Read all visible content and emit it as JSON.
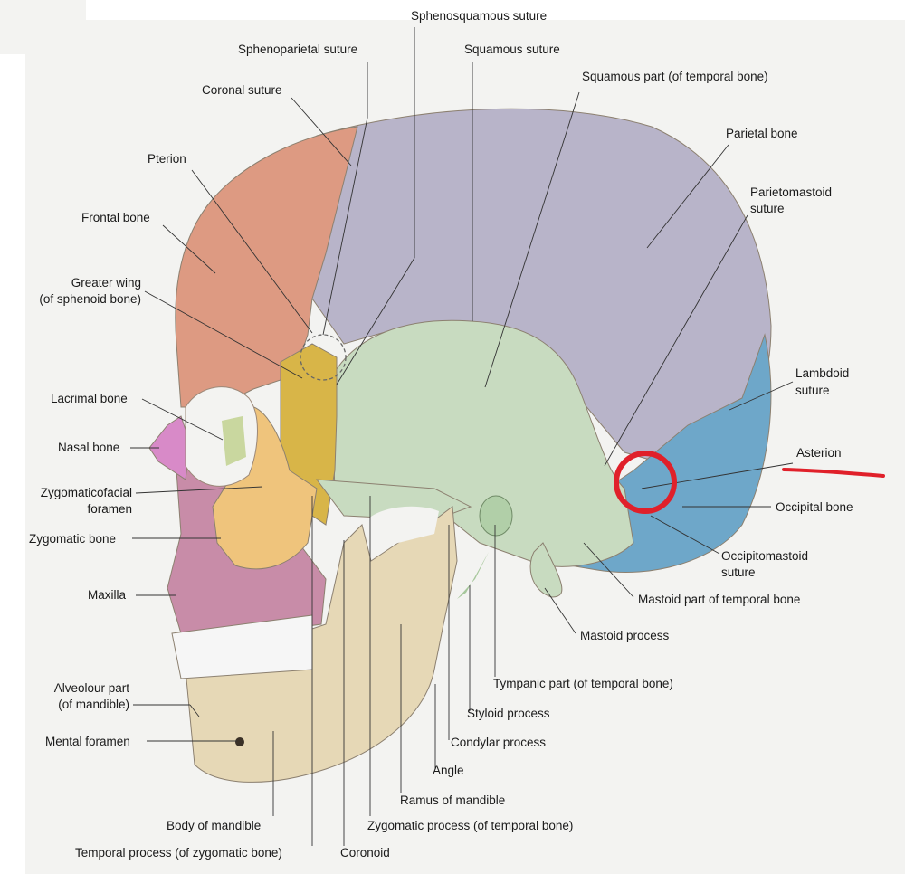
{
  "colors": {
    "frontal": "#dd9a82",
    "parietal": "#b8b4c9",
    "temporal": "#c8dbc0",
    "occipital": "#6ea7c9",
    "sphenoid": "#d8b548",
    "zygomatic": "#efc47c",
    "maxilla": "#c88ca8",
    "nasal": "#d88ac8",
    "mandible": "#e6d8b6",
    "teeth": "#f6f6f6",
    "annotation_red": "#e0202a"
  },
  "labels": {
    "sphenosquamous_suture": "Sphenosquamous suture",
    "sphenoparietal_suture": "Sphenoparietal suture",
    "squamous_suture": "Squamous suture",
    "squamous_part": "Squamous part (of temporal bone)",
    "coronal_suture": "Coronal suture",
    "parietal_bone": "Parietal bone",
    "pterion": "Pterion",
    "parietomastoid_1": "Parietomastoid",
    "parietomastoid_2": "suture",
    "frontal_bone": "Frontal bone",
    "greater_wing_1": "Greater wing",
    "greater_wing_2": "(of sphenoid bone)",
    "lambdoid_1": "Lambdoid",
    "lambdoid_2": "suture",
    "lacrimal_bone": "Lacrimal bone",
    "nasal_bone": "Nasal bone",
    "asterion": "Asterion",
    "zygomaticofacial_1": "Zygomaticofacial",
    "zygomaticofacial_2": "foramen",
    "occipital_bone": "Occipital bone",
    "zygomatic_bone": "Zygomatic bone",
    "occipitomastoid_1": "Occipitomastoid",
    "occipitomastoid_2": "suture",
    "maxilla": "Maxilla",
    "mastoid_part": "Mastoid part of temporal bone",
    "mastoid_process": "Mastoid process",
    "tympanic_part": "Tympanic part (of temporal bone)",
    "alveolar_1": "Alveolour part",
    "alveolar_2": "(of mandible)",
    "styloid_process": "Styloid process",
    "mental_foramen": "Mental foramen",
    "condylar_process": "Condylar process",
    "angle": "Angle",
    "ramus": "Ramus of mandible",
    "body_of_mandible": "Body of mandible",
    "zygomatic_process": "Zygomatic process (of temporal bone)",
    "temporal_process": "Temporal process (of zygomatic bone)",
    "coronoid": "Coronoid"
  }
}
